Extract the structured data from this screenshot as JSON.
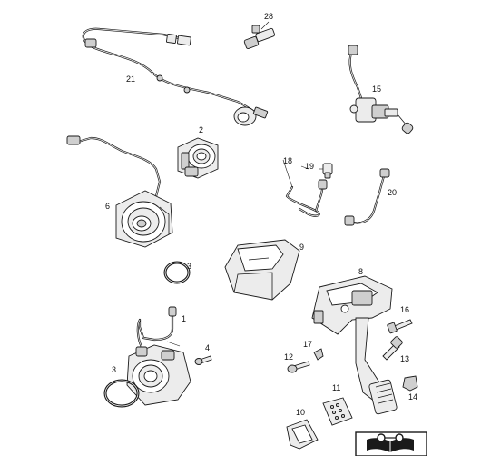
{
  "callouts": {
    "n1": "1",
    "n2": "2",
    "n3a": "3",
    "n3b": "3",
    "n4": "4",
    "n6": "6",
    "n8": "8",
    "n9": "9",
    "n10": "10",
    "n11": "11",
    "n12": "12",
    "n13": "13",
    "n14": "14",
    "n15": "15",
    "n16": "16",
    "n17": "17",
    "n18": "18",
    "n19": "19",
    "n20": "20",
    "n21": "21",
    "n28": "28"
  },
  "icons": {
    "corner_badge": "book-with-glasses-icon"
  }
}
